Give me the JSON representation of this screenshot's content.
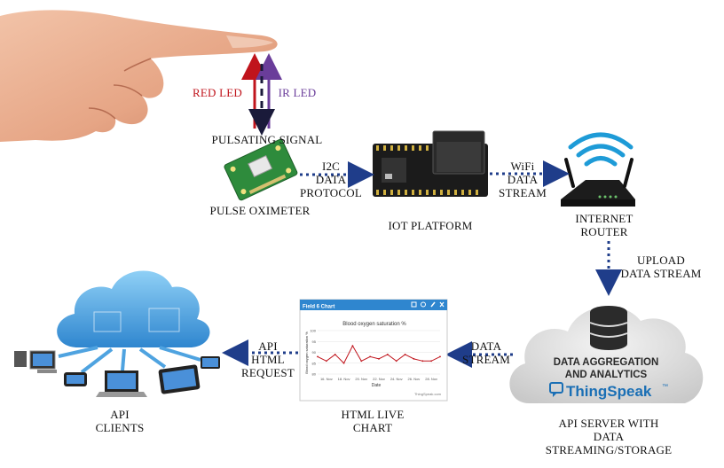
{
  "labels": {
    "red_led": "RED  LED",
    "ir_led": "IR LED",
    "pulsating_signal": "PULSATING  SIGNAL",
    "pulse_oximeter": "PULSE  OXIMETER",
    "i2c": [
      "I2C",
      "DATA",
      "PROTOCOL"
    ],
    "iot_platform": "IOT PLATFORM",
    "wifi": [
      "WiFi",
      "DATA",
      "STREAM"
    ],
    "router": [
      "INTERNET",
      "ROUTER"
    ],
    "upload": [
      "UPLOAD",
      "DATA STREAM"
    ],
    "data_stream": [
      "DATA",
      "STREAM"
    ],
    "api_request": [
      "API",
      "HTML",
      "REQUEST"
    ],
    "html_chart": [
      "HTML LIVE",
      "CHART"
    ],
    "api_clients": [
      "API",
      "CLIENTS"
    ],
    "api_server": [
      "API SERVER  WITH",
      "DATA",
      "STREAMING/STORAGE"
    ]
  },
  "thingspeak": {
    "line1": "DATA AGGREGATION",
    "line2": "AND ANALYTICS",
    "brand": "ThingSpeak",
    "tm": "™"
  },
  "chart_widget": {
    "header_title": "Field 6 Chart",
    "chart_title": "Blood oxygen saturation %",
    "ylabel": "Blood oxygen saturation %",
    "xlabel": "Date",
    "credit": "ThingSpeak.com",
    "ytick_labels": [
      "100",
      "95",
      "90",
      "85",
      "80"
    ],
    "xtick_labels": [
      "16. Nov",
      "18. Nov",
      "20. Nov",
      "22. Nov",
      "24. Nov",
      "26. Nov",
      "28. Nov"
    ]
  },
  "chart_data": {
    "type": "line",
    "title": "Blood oxygen saturation %",
    "xlabel": "Date",
    "ylabel": "Blood oxygen saturation %",
    "ylim": [
      80,
      100
    ],
    "x": [
      "15. Nov",
      "16. Nov",
      "17. Nov",
      "18. Nov",
      "19. Nov",
      "20. Nov",
      "21. Nov",
      "22. Nov",
      "23. Nov",
      "24. Nov",
      "25. Nov",
      "26. Nov",
      "27. Nov",
      "28. Nov",
      "29. Nov"
    ],
    "series": [
      {
        "values": [
          88,
          86,
          89,
          85,
          93,
          86,
          88,
          87,
          89,
          86,
          89,
          87,
          86,
          86,
          88
        ]
      }
    ],
    "grid": true,
    "color": "#c0141c"
  },
  "colors": {
    "red_arrow": "#c0141c",
    "purple_arrow": "#6a3d9a",
    "dotted_arrow": "#1f3d8a",
    "wifi": "#1e9bd7",
    "cloud_blue": "#4fa3e0",
    "thingspeak_blue": "#1a6fb5"
  }
}
